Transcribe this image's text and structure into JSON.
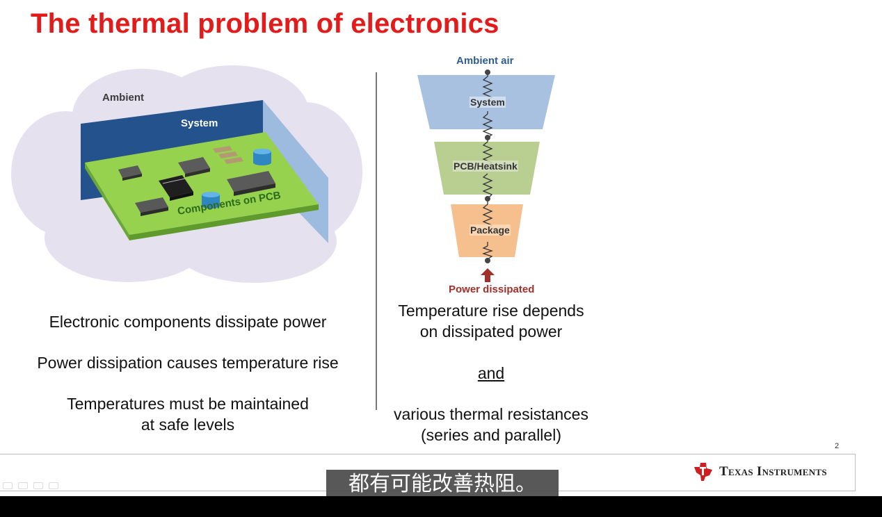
{
  "slide": {
    "title": "The thermal problem of electronics",
    "page_number": "2"
  },
  "left_diagram": {
    "ambient_label": "Ambient",
    "system_label": "System",
    "pcb_label": "Components on PCB"
  },
  "right_diagram": {
    "top_label": "Ambient air",
    "layers": [
      "System",
      "PCB/Heatsink",
      "Package"
    ],
    "bottom_label": "Power dissipated",
    "colors": {
      "system": "#a8c1e0",
      "pcb": "#b9cf92",
      "package": "#f6c08e",
      "arrow": "#a0312a"
    }
  },
  "left_text": {
    "line1": "Electronic components dissipate power",
    "line2": "Power dissipation causes temperature rise",
    "line3a": "Temperatures must be maintained",
    "line3b": "at safe levels"
  },
  "right_text": {
    "line1a": "Temperature rise depends",
    "line1b": "on dissipated power",
    "and": "and",
    "line2a": "various thermal resistances",
    "line2b": "(series and parallel)"
  },
  "footer": {
    "brand": "Texas Instruments",
    "logo_icon": "ti-logo-icon"
  },
  "subtitle": {
    "text": "都有可能改善热阻。"
  }
}
